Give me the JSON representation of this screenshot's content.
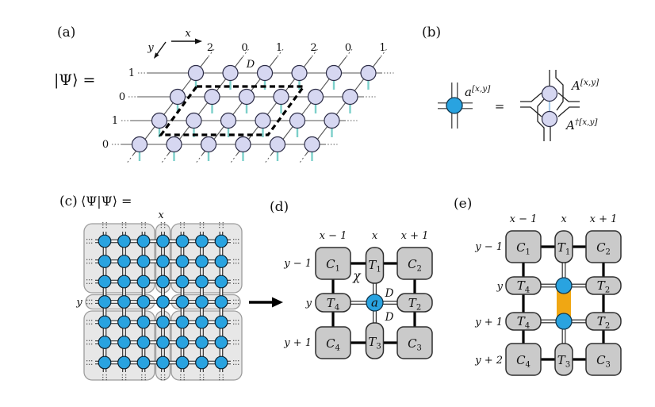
{
  "panels": {
    "a": {
      "label": "(a)",
      "formula": "|Ψ⟩ =",
      "axis_x": "x",
      "axis_y": "y",
      "top_labels": [
        "2",
        "0",
        "1",
        "2",
        "0",
        "1"
      ],
      "row_labels": [
        "1",
        "0",
        "1",
        "0"
      ],
      "bond_label": "D"
    },
    "b": {
      "label": "(b)",
      "tensor": "a",
      "tensor_sup": "[x,y]",
      "equals": "=",
      "ket": "A",
      "ket_sup": "[x,y]",
      "bra": "A",
      "bra_sup": "†[x,y]"
    },
    "c": {
      "label": "(c)",
      "formula": "⟨Ψ|Ψ⟩ =",
      "axis_x": "x",
      "axis_y": "y"
    },
    "d": {
      "label": "(d)",
      "col_labels": [
        "x − 1",
        "x",
        "x + 1"
      ],
      "row_labels": [
        "y − 1",
        "y",
        "y + 1"
      ],
      "chi": "χ",
      "d_upper": "D",
      "d_lower": "D",
      "blocks": {
        "c1": {
          "t": "C",
          "s": "1"
        },
        "t1": {
          "t": "T",
          "s": "1"
        },
        "c2": {
          "t": "C",
          "s": "2"
        },
        "t4": {
          "t": "T",
          "s": "4"
        },
        "a": {
          "t": "a",
          "s": ""
        },
        "t2": {
          "t": "T",
          "s": "2"
        },
        "c4": {
          "t": "C",
          "s": "4"
        },
        "t3": {
          "t": "T",
          "s": "3"
        },
        "c3": {
          "t": "C",
          "s": "3"
        }
      }
    },
    "e": {
      "label": "(e)",
      "col_labels": [
        "x − 1",
        "x",
        "x + 1"
      ],
      "row_labels": [
        "y − 1",
        "y",
        "y + 1",
        "y + 2"
      ],
      "blocks": {
        "c1": {
          "t": "C",
          "s": "1"
        },
        "t1": {
          "t": "T",
          "s": "1"
        },
        "c2": {
          "t": "C",
          "s": "2"
        },
        "t4a": {
          "t": "T",
          "s": "4"
        },
        "t2a": {
          "t": "T",
          "s": "2"
        },
        "t4b": {
          "t": "T",
          "s": "4"
        },
        "t2b": {
          "t": "T",
          "s": "2"
        },
        "c4": {
          "t": "C",
          "s": "4"
        },
        "t3": {
          "t": "T",
          "s": "3"
        },
        "c3": {
          "t": "C",
          "s": "3"
        }
      }
    }
  },
  "colors": {
    "site_blue": "#29a3e0",
    "site_lavender": "#d6d7f1",
    "physical_teal": "#7ccfca",
    "physical_blue": "#a9cbe9",
    "block_gray": "#cacaca",
    "region_gray": "#e7e7e7",
    "bond_orange": "#f0a713"
  }
}
